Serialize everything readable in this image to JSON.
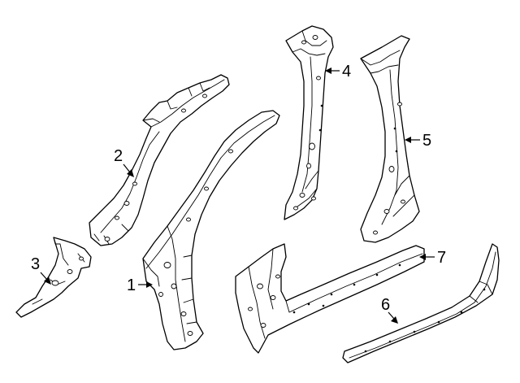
{
  "diagram": {
    "type": "exploded-parts-diagram",
    "parts": [
      {
        "number": "1"
      },
      {
        "number": "2"
      },
      {
        "number": "3"
      },
      {
        "number": "4"
      },
      {
        "number": "5"
      },
      {
        "number": "6"
      },
      {
        "number": "7"
      }
    ],
    "colors": {
      "line": "#000000",
      "background": "#ffffff"
    }
  }
}
